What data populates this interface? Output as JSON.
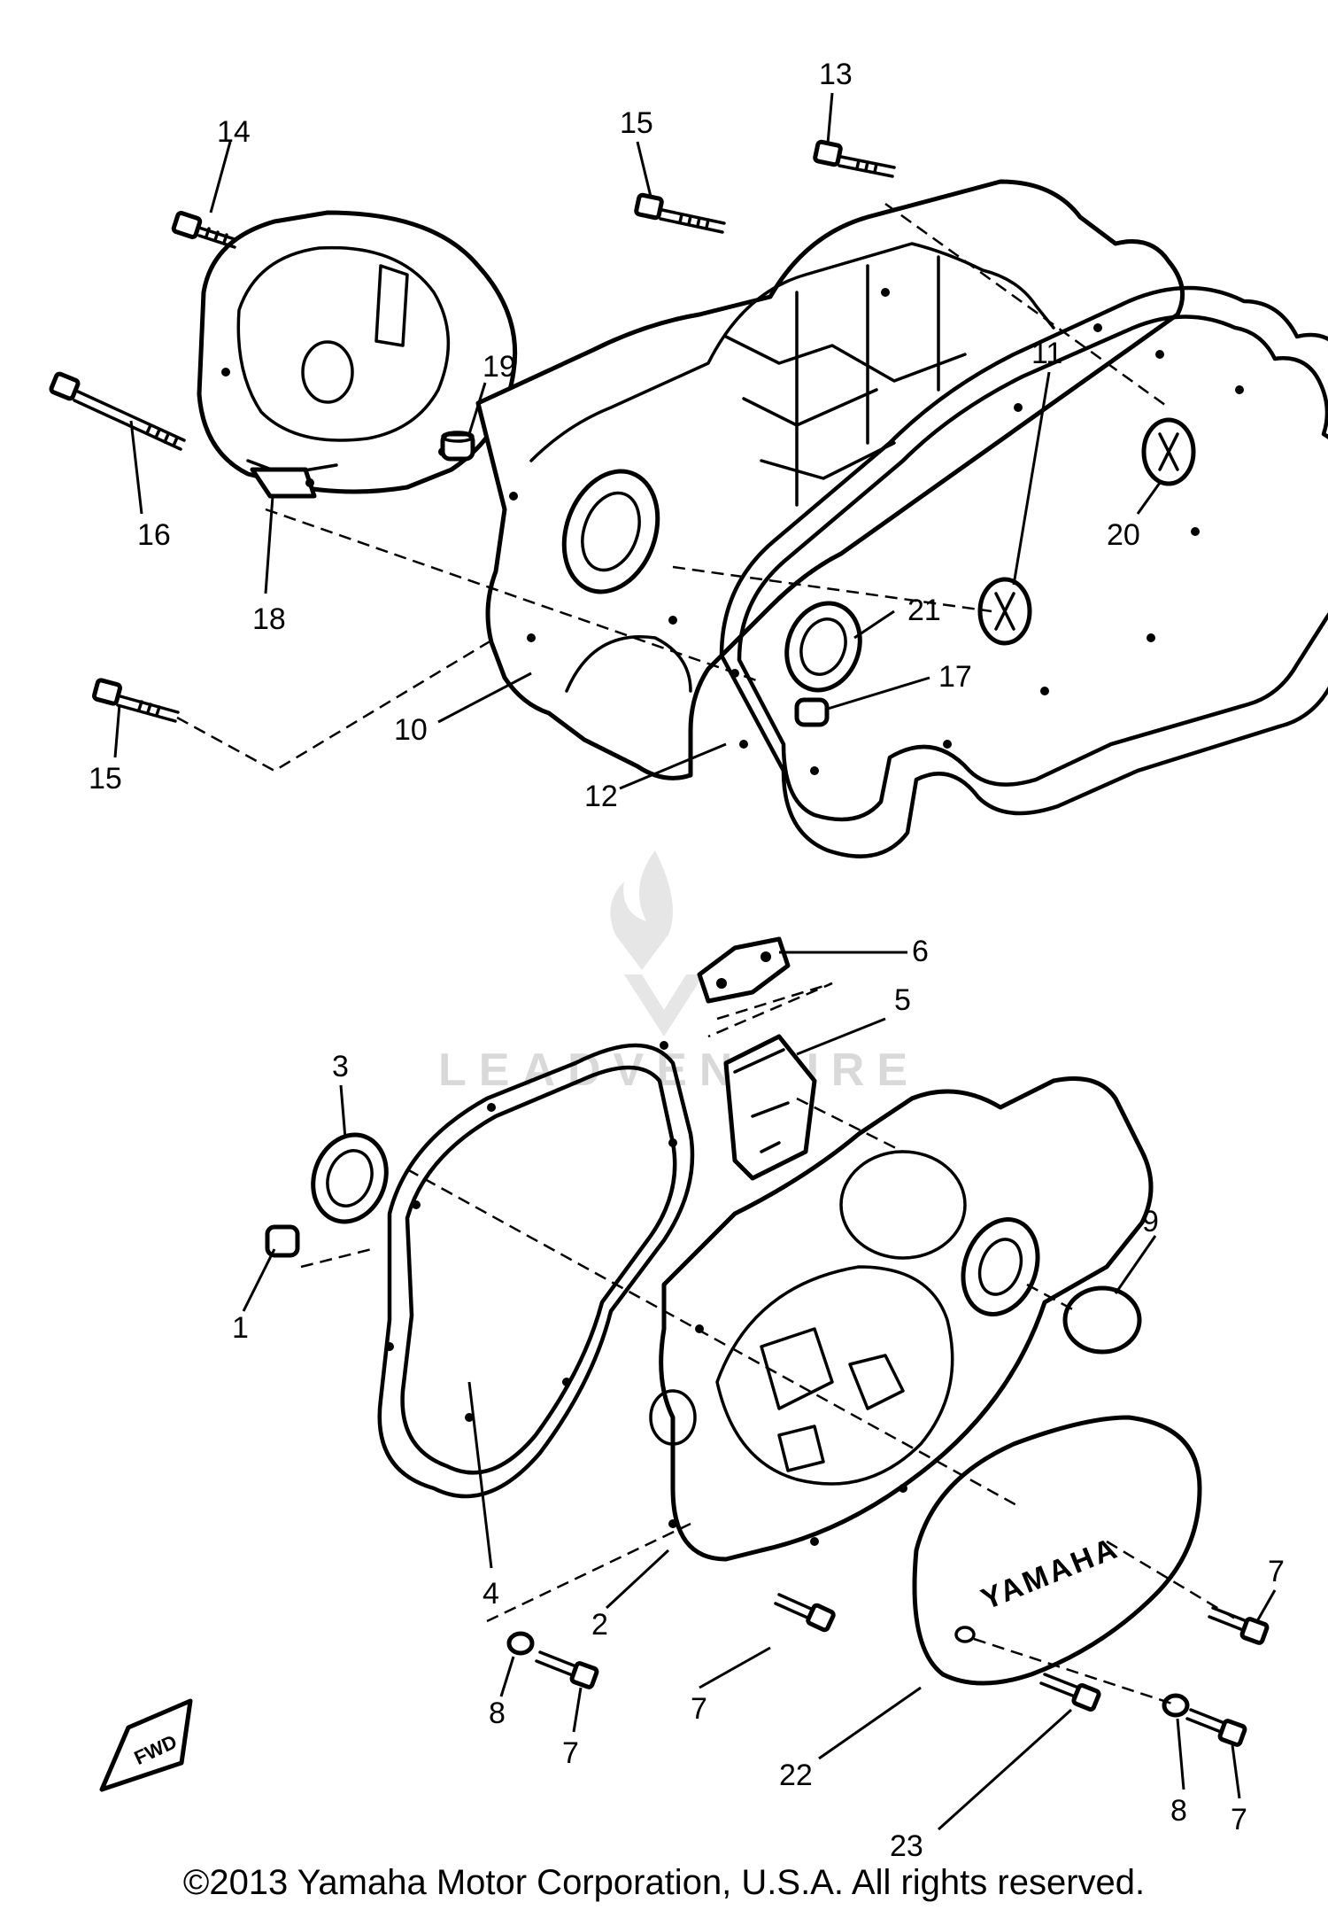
{
  "diagram": {
    "watermark": "LEADVENTURE",
    "cover_logo": "YAMAHA",
    "fwd_label": "FWD",
    "copyright": "©2013 Yamaha Motor Corporation, U.S.A. All rights reserved.",
    "callouts": [
      "14",
      "15",
      "13",
      "19",
      "16",
      "18",
      "11",
      "20",
      "21",
      "17",
      "10",
      "15",
      "12",
      "6",
      "5",
      "3",
      "9",
      "1",
      "4",
      "2",
      "7",
      "8",
      "7",
      "22",
      "23",
      "8",
      "7",
      "7"
    ]
  }
}
